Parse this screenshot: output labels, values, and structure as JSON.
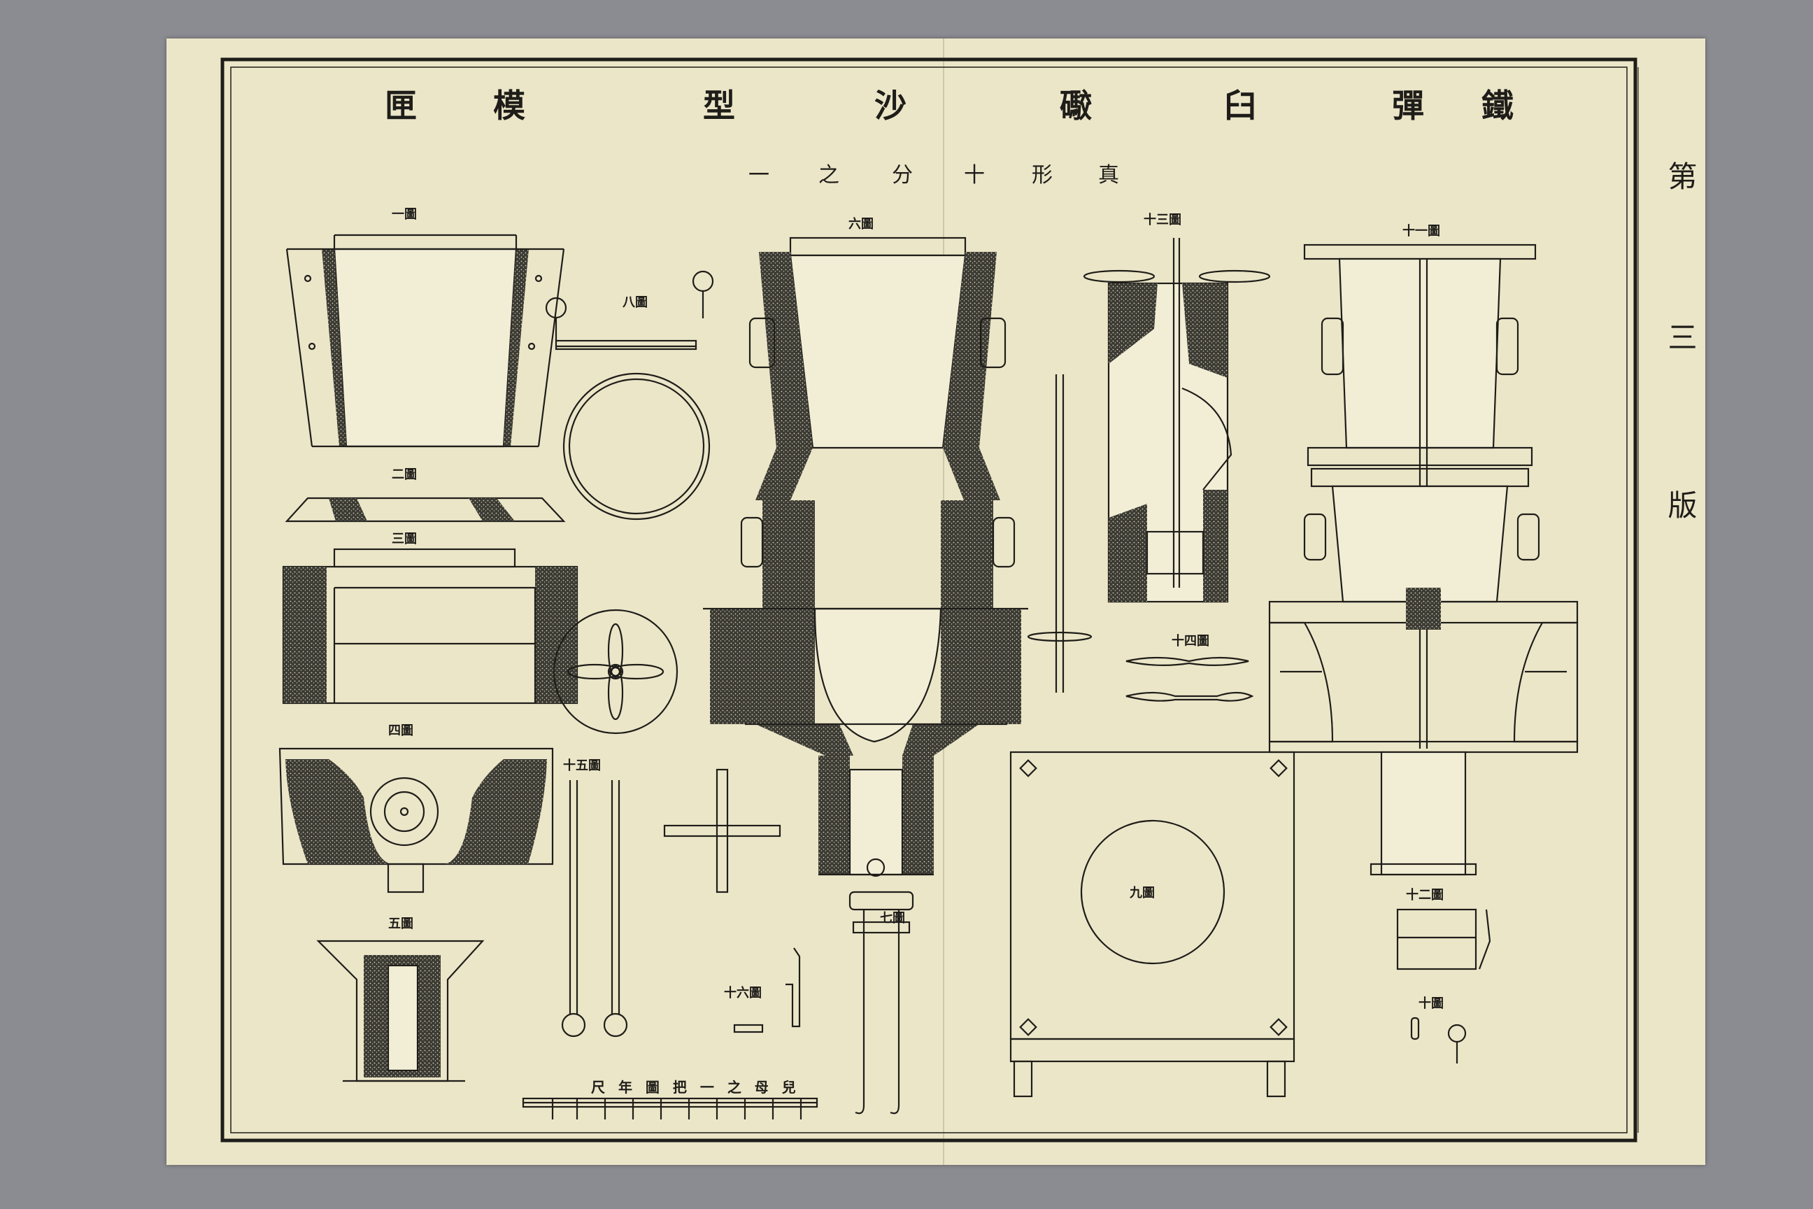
{
  "title": {
    "chars": [
      "匣",
      "模",
      "型",
      "沙",
      "礮",
      "臼",
      "彈",
      "鐵"
    ]
  },
  "subtitle": {
    "chars": [
      "一",
      "之",
      "分",
      "十",
      "形",
      "真"
    ]
  },
  "plate": {
    "chars": [
      "第",
      "三",
      "版"
    ]
  },
  "figures": {
    "fig1": "一圖",
    "fig2": "二圖",
    "fig3": "三圖",
    "fig4": "四圖",
    "fig5": "五圖",
    "fig6": "六圖",
    "fig7": "七圖",
    "fig8": "八圖",
    "fig9": "九圖",
    "fig10": "十圖",
    "fig11": "十一圖",
    "fig12": "十二圖",
    "fig13": "十三圖",
    "fig14": "十四圖",
    "fig15": "十五圖",
    "fig16": "十六圖"
  },
  "scale_caption": "尺 年 圖 把 一 之 母 兒",
  "colors": {
    "paper": "#ebe6c8",
    "ink": "#1f1d19",
    "background": "#8b8c91"
  }
}
